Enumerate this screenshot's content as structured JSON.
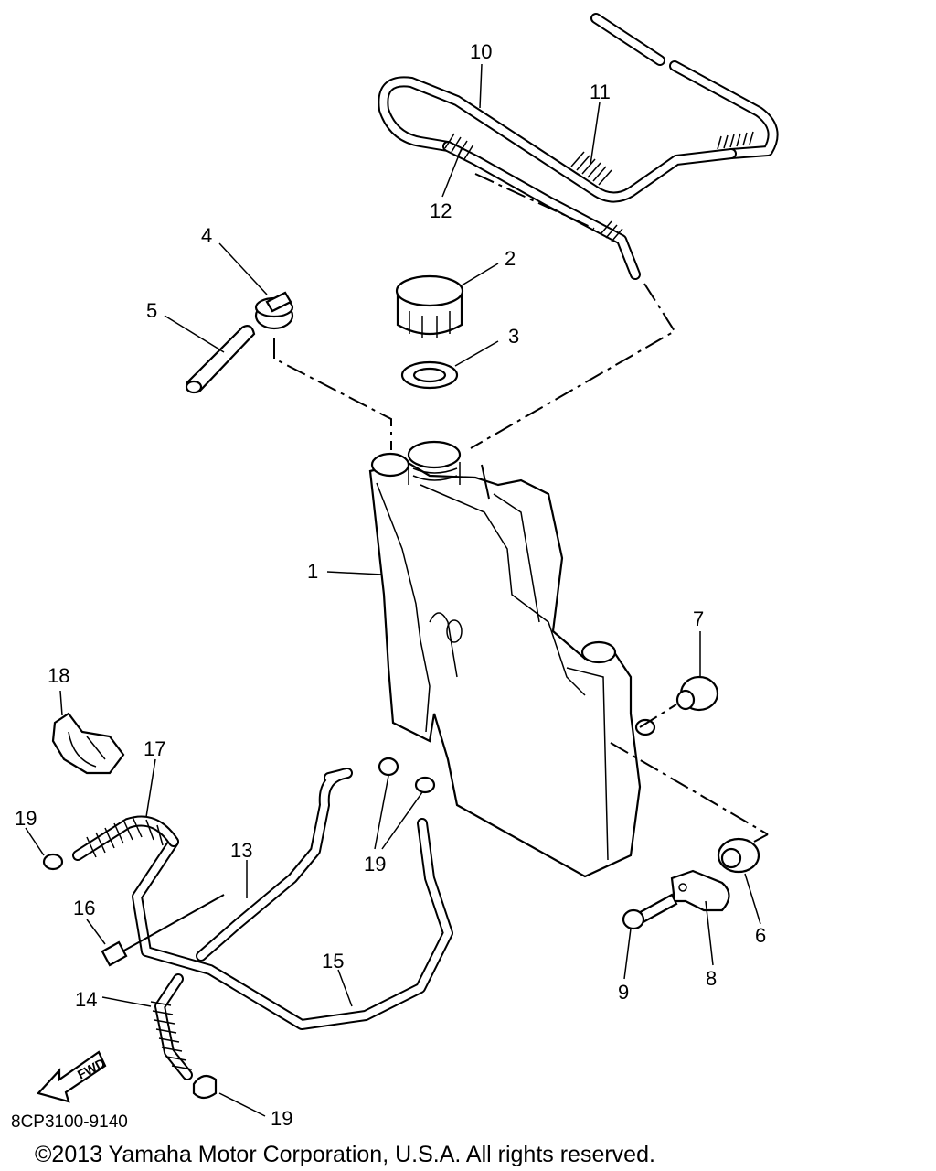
{
  "diagram": {
    "part_code": "8CP3100-9140",
    "copyright": "©2013 Yamaha Motor Corporation, U.S.A. All rights reserved.",
    "fwd_label": "FWD",
    "callouts": {
      "c1": "1",
      "c2": "2",
      "c3": "3",
      "c4": "4",
      "c5": "5",
      "c6": "6",
      "c7": "7",
      "c8": "8",
      "c9": "9",
      "c10": "10",
      "c11": "11",
      "c12": "12",
      "c13": "13",
      "c14": "14",
      "c15": "15",
      "c16": "16",
      "c17": "17",
      "c18": "18",
      "c19a": "19",
      "c19b": "19",
      "c19c": "19"
    }
  }
}
